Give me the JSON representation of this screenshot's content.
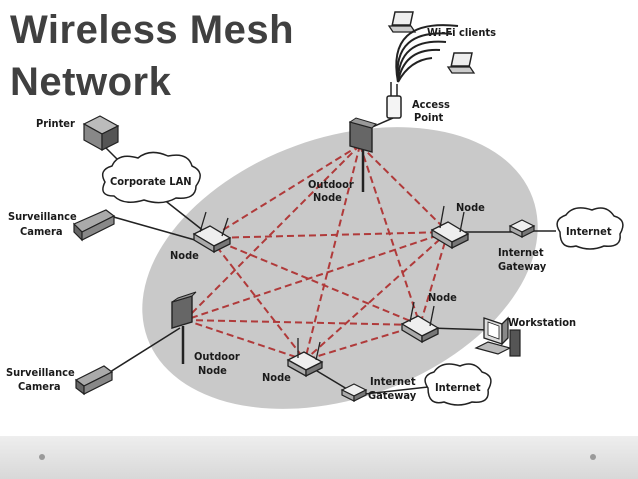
{
  "slide": {
    "title_line1": "Wireless Mesh",
    "title_line2": "Network"
  },
  "diagram": {
    "labels": {
      "wifi_clients": "Wi-Fi clients",
      "access_point_1": "Access",
      "access_point_2": "Point",
      "printer": "Printer",
      "corporate_lan": "Corporate LAN",
      "surveillance_1": "Surveillance",
      "camera_1": "Camera",
      "outdoor_node_top_1": "Outdoor",
      "outdoor_node_top_2": "Node",
      "node_left": "Node",
      "node_right": "Node",
      "internet_top": "Internet",
      "internet_gateway_top_1": "Internet",
      "internet_gateway_top_2": "Gateway",
      "node_lower_right": "Node",
      "workstation": "Workstation",
      "outdoor_node_left_1": "Outdoor",
      "outdoor_node_left_2": "Node",
      "surveillance_2": "Surveillance",
      "camera_2": "Camera",
      "node_bottom": "Node",
      "internet_gateway_bottom_1": "Internet",
      "internet_gateway_bottom_2": "Gateway",
      "internet_bottom": "Internet"
    }
  },
  "colors": {
    "mesh_ellipse": "#c9c9c9",
    "mesh_link": "#b03a3a",
    "title": "#404040"
  }
}
